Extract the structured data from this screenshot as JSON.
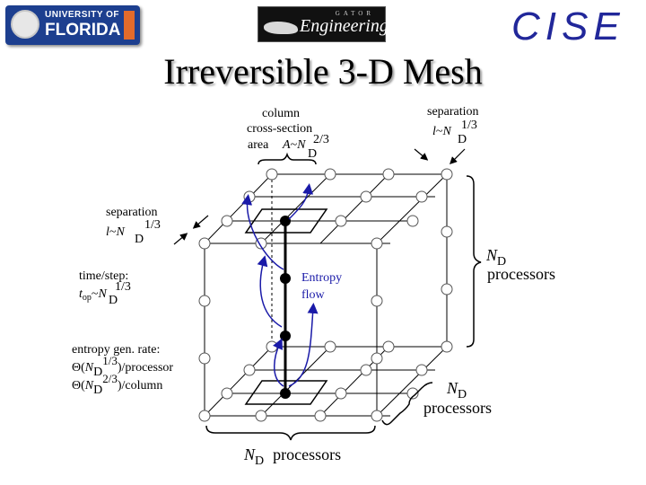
{
  "header": {
    "uf_logo": {
      "line1": "UNIVERSITY OF",
      "line2": "FLORIDA"
    },
    "eng_logo": {
      "subtitle": "GATOR",
      "name": "Engineering"
    },
    "cise_logo": "CISE"
  },
  "slide": {
    "title": "Irreversible 3-D Mesh"
  },
  "labels": {
    "column_1": "column",
    "column_2": "cross-section",
    "column_3": "area",
    "sep_top": "separation",
    "sep_left": "separation",
    "time_step": "time/step:",
    "entropy_flow_1": "Entropy",
    "entropy_flow_2": "flow",
    "rate_1": "entropy gen. rate:",
    "rate_2_end": ")/processor",
    "rate_3_end": ")/column",
    "processors": "processors",
    "D": "D",
    "N": "N",
    "A": "A",
    "l": "l",
    "t": "t",
    "op": "op",
    "exp_23": "2/3",
    "exp_13": "1/3",
    "theta_open": "Θ(",
    "sim": "~"
  },
  "colors": {
    "uf_blue": "#1d3f8f",
    "uf_orange": "#e36b2b",
    "cise_blue": "#21279a",
    "arrow_blue": "#1a1aa8",
    "ink": "#000000"
  }
}
